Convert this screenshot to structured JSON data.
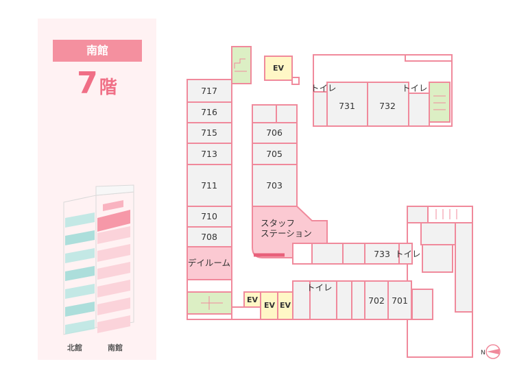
{
  "building": "南館",
  "floor": {
    "number": "7",
    "unit": "階"
  },
  "thumbnail": {
    "north_label": "北館",
    "south_label": "南館"
  },
  "rooms": {
    "r717": "717",
    "r716": "716",
    "r715": "715",
    "r713": "713",
    "r711": "711",
    "r710": "710",
    "r708": "708",
    "r706": "706",
    "r705": "705",
    "r703": "703",
    "r731": "731",
    "r732": "732",
    "r733": "733",
    "r702": "702",
    "r701": "701"
  },
  "facilities": {
    "dayroom": "デイルーム",
    "staff_line1": "スタッフ",
    "staff_line2": "ステーション",
    "toilet": "トイレ",
    "ev": "EV"
  },
  "compass": {
    "label": "N"
  },
  "colors": {
    "outline": "#f0899b",
    "room_fill": "#f2f2f2",
    "pink_fill": "#fbc9d2",
    "green_fill": "#dcefc4",
    "ev_fill": "#fff7c6",
    "panel_bg": "#fff2f3",
    "badge": "#f4909f"
  }
}
